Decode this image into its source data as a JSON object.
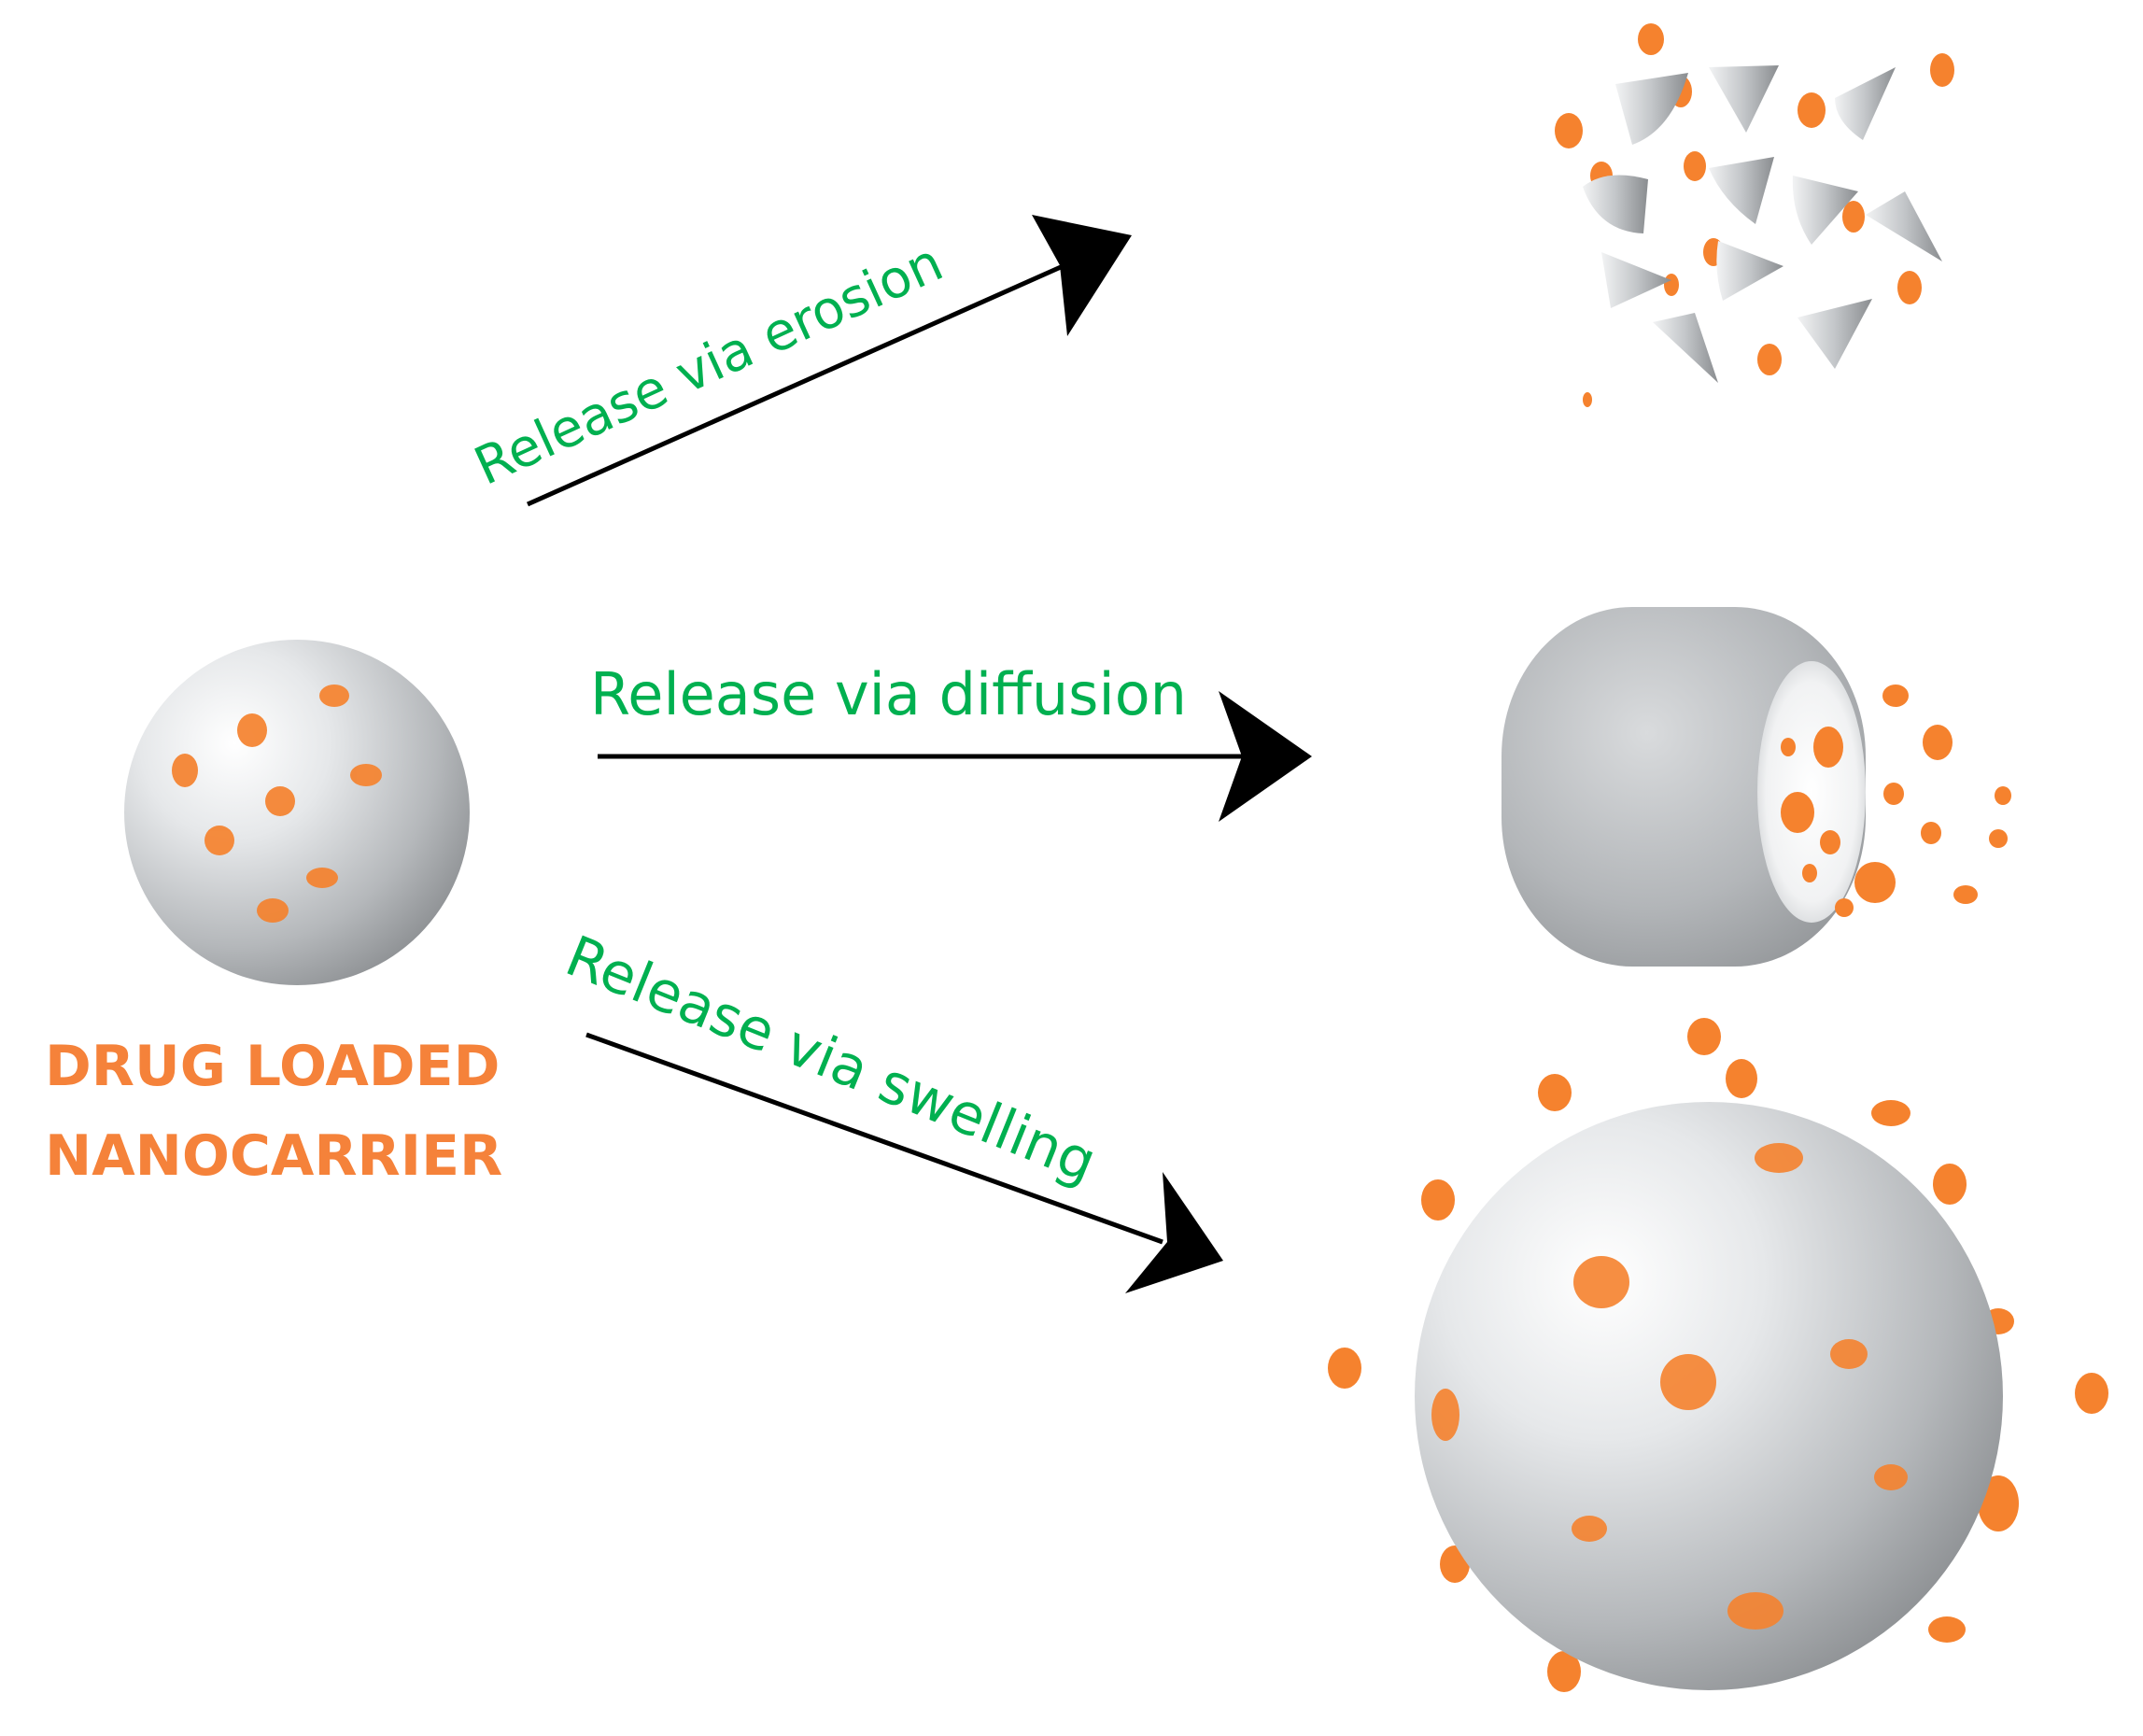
{
  "source_label": {
    "line1": "DRUG LOADED",
    "line2": "NANOCARRIER"
  },
  "pathways": [
    {
      "name": "erosion",
      "label": "Release via erosion"
    },
    {
      "name": "diffusion",
      "label": "Release via diffusion"
    },
    {
      "name": "swelling",
      "label": "Release via swelling"
    }
  ],
  "colors": {
    "drug": "#f5822e",
    "label_green": "#00b050",
    "label_orange": "#f5823a",
    "arrow": "#000000",
    "carrier_light": "#ffffff",
    "carrier_dark": "#8e9194"
  }
}
